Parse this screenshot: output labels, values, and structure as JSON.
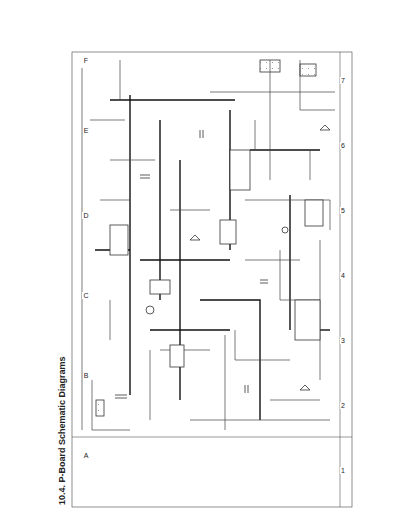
{
  "diagram": {
    "title": "10.4. P-Board Schematic Diagrams",
    "labels": [
      "A",
      "B",
      "C",
      "D",
      "E",
      "F",
      "1",
      "2",
      "3",
      "4",
      "5",
      "6",
      "7"
    ]
  }
}
